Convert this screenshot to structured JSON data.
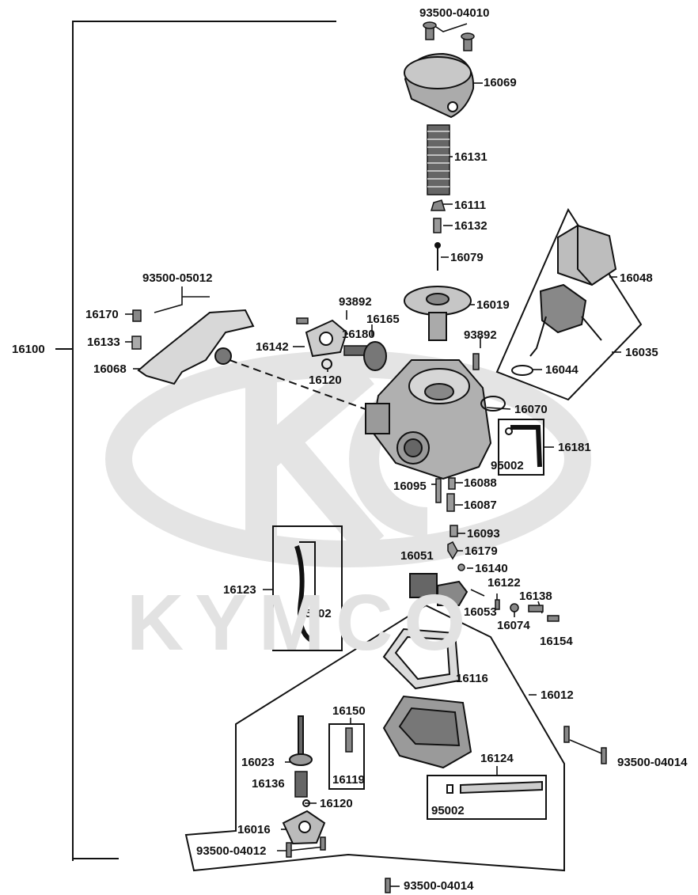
{
  "watermark": {
    "text": "KYMCO",
    "color": "#dcdcdc"
  },
  "colors": {
    "line": "#111111",
    "part_fill": "#bdbdbd",
    "part_dark": "#555555"
  },
  "labels": {
    "p93500_04010": "93500-04010",
    "p16069": "16069",
    "p16131": "16131",
    "p16111": "16111",
    "p16132": "16132",
    "p16079": "16079",
    "p16048": "16048",
    "p93500_05012": "93500-05012",
    "p16019": "16019",
    "p93892_a": "93892",
    "p16165": "16165",
    "p16170": "16170",
    "p16180": "16180",
    "p16100": "16100",
    "p16133": "16133",
    "p16142": "16142",
    "p93892_b": "93892",
    "p16035": "16035",
    "p16068": "16068",
    "p16120_a": "16120",
    "p16044": "16044",
    "p16070": "16070",
    "p16181": "16181",
    "p95002_a": "95002",
    "p16095": "16095",
    "p16088": "16088",
    "p16087": "16087",
    "p16093": "16093",
    "p16051": "16051",
    "p16179": "16179",
    "p16140": "16140",
    "p16123": "16123",
    "p16122": "16122",
    "p16138": "16138",
    "p95002_b": "95002",
    "p16053": "16053",
    "p16074": "16074",
    "p16154": "16154",
    "p16116": "16116",
    "p16012": "16012",
    "p16150": "16150",
    "p16023": "16023",
    "p16124": "16124",
    "p93500_04014_a": "93500-04014",
    "p16136": "16136",
    "p16119": "16119",
    "p16120_b": "16120",
    "p95002_c": "95002",
    "p16016": "16016",
    "p93500_04012": "93500-04012",
    "p93500_04014_b": "93500-04014"
  }
}
